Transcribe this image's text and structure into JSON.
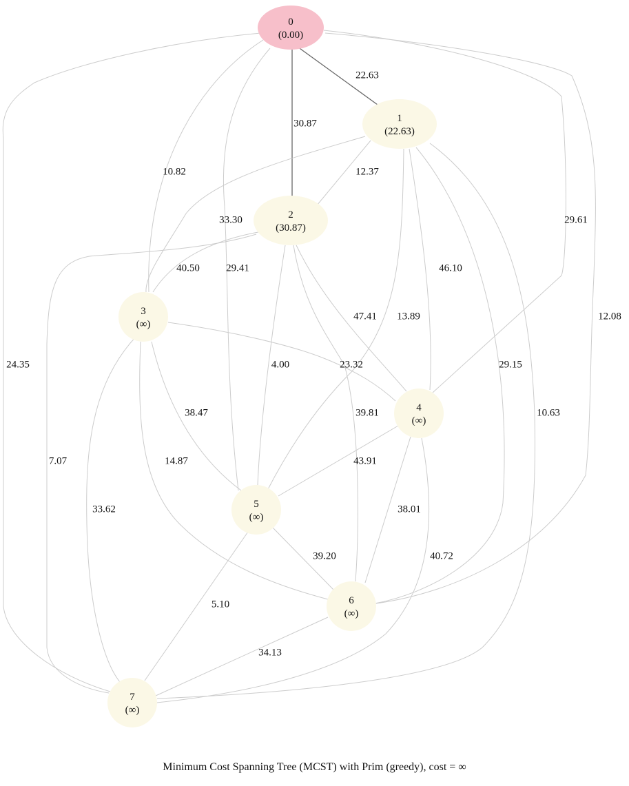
{
  "caption": "Minimum Cost Spanning Tree (MCST) with Prim (greedy), cost = ∞",
  "colors": {
    "source_node": "#f7bfca",
    "node": "#fbf8e6",
    "tree_edge": "#666666",
    "edge": "#cccccc"
  },
  "nodes": [
    {
      "id": "0",
      "value": "(0.00)",
      "role": "source"
    },
    {
      "id": "1",
      "value": "(22.63)",
      "role": "visited"
    },
    {
      "id": "2",
      "value": "(30.87)",
      "role": "visited"
    },
    {
      "id": "3",
      "value": "(∞)",
      "role": "unvisited"
    },
    {
      "id": "4",
      "value": "(∞)",
      "role": "unvisited"
    },
    {
      "id": "5",
      "value": "(∞)",
      "role": "unvisited"
    },
    {
      "id": "6",
      "value": "(∞)",
      "role": "unvisited"
    },
    {
      "id": "7",
      "value": "(∞)",
      "role": "unvisited"
    }
  ],
  "edges": [
    {
      "from": "0",
      "to": "1",
      "weight": "22.63",
      "tree": true
    },
    {
      "from": "0",
      "to": "2",
      "weight": "30.87",
      "tree": true
    },
    {
      "from": "0",
      "to": "3",
      "weight": "10.82",
      "tree": false
    },
    {
      "from": "0",
      "to": "5",
      "weight": "33.30",
      "tree": false
    },
    {
      "from": "0",
      "to": "4",
      "weight": "29.61",
      "tree": false
    },
    {
      "from": "0",
      "to": "6",
      "weight": "12.08",
      "tree": false
    },
    {
      "from": "0",
      "to": "7",
      "weight": "24.35",
      "tree": false
    },
    {
      "from": "1",
      "to": "2",
      "weight": "12.37",
      "tree": false
    },
    {
      "from": "1",
      "to": "3",
      "weight": "40.50",
      "tree": false
    },
    {
      "from": "1",
      "to": "4",
      "weight": "46.10",
      "tree": false
    },
    {
      "from": "1",
      "to": "5",
      "weight": "13.89",
      "tree": false
    },
    {
      "from": "1",
      "to": "6",
      "weight": "29.15",
      "tree": false
    },
    {
      "from": "1",
      "to": "7",
      "weight": "10.63",
      "tree": false
    },
    {
      "from": "2",
      "to": "3",
      "weight": "29.41",
      "tree": false
    },
    {
      "from": "2",
      "to": "4",
      "weight": "47.41",
      "tree": false
    },
    {
      "from": "2",
      "to": "5",
      "weight": "4.00",
      "tree": false
    },
    {
      "from": "2",
      "to": "6",
      "weight": "39.81",
      "tree": false
    },
    {
      "from": "2",
      "to": "7",
      "weight": "7.07",
      "tree": false
    },
    {
      "from": "3",
      "to": "4",
      "weight": "23.32",
      "tree": false
    },
    {
      "from": "3",
      "to": "5",
      "weight": "38.47",
      "tree": false
    },
    {
      "from": "3",
      "to": "6",
      "weight": "14.87",
      "tree": false
    },
    {
      "from": "3",
      "to": "7",
      "weight": "33.62",
      "tree": false
    },
    {
      "from": "4",
      "to": "5",
      "weight": "43.91",
      "tree": false
    },
    {
      "from": "4",
      "to": "6",
      "weight": "38.01",
      "tree": false
    },
    {
      "from": "4",
      "to": "7",
      "weight": "40.72",
      "tree": false
    },
    {
      "from": "5",
      "to": "6",
      "weight": "39.20",
      "tree": false
    },
    {
      "from": "5",
      "to": "7",
      "weight": "5.10",
      "tree": false
    },
    {
      "from": "6",
      "to": "7",
      "weight": "34.13",
      "tree": false
    }
  ]
}
